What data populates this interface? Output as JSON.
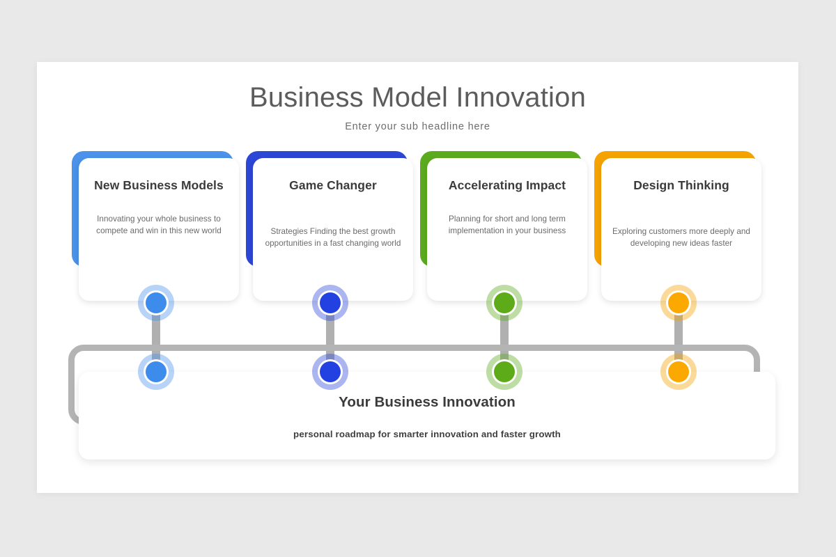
{
  "slide": {
    "title": "Business Model Innovation",
    "subtitle": "Enter your sub headline here",
    "background_color": "#e9e9ea",
    "surface_color": "#ffffff"
  },
  "cards": [
    {
      "title": "New Business Models",
      "description": "Innovating your whole business to compete and win in this new world",
      "color": "#4a92ea",
      "halo_color": "#4a92ea"
    },
    {
      "title": "Game Changer",
      "description": "Strategies Finding the best growth opportunities in a fast changing world",
      "color": "#2c46d6",
      "halo_color": "#2c46d6"
    },
    {
      "title": "Accelerating Impact",
      "description": "Planning for short and long term implementation in your business",
      "color": "#5cab1f",
      "halo_color": "#5cab1f"
    },
    {
      "title": "Design Thinking",
      "description": "Exploring customers more deeply and developing new ideas faster",
      "color": "#f5a300",
      "halo_color": "#f5a300"
    }
  ],
  "footer": {
    "title": "Your Business Innovation",
    "subtitle": "personal roadmap  for smarter innovation  and faster growth",
    "rail_color": "#b4b4b4"
  }
}
